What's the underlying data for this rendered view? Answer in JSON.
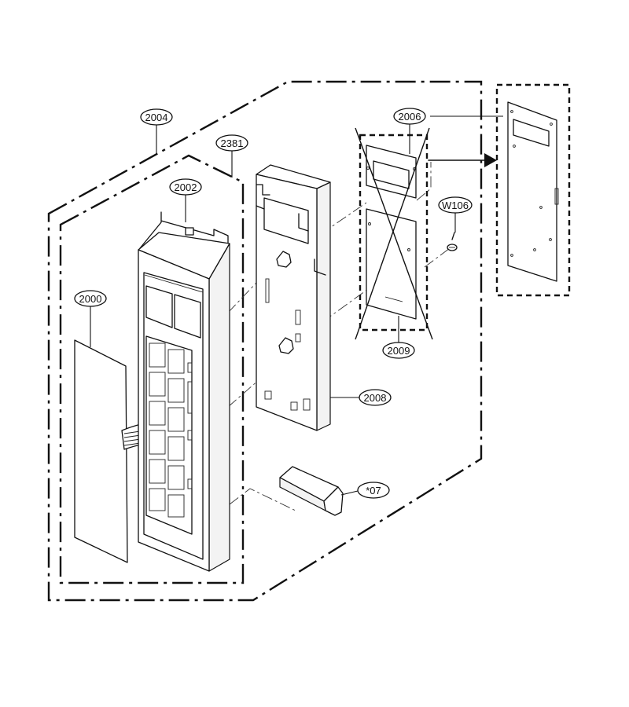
{
  "diagram": {
    "accent_label_color": "#e0006f",
    "labels": [
      {
        "id": "2004",
        "text": "2004"
      },
      {
        "id": "2381",
        "text": "2381"
      },
      {
        "id": "2002",
        "text": "2002"
      },
      {
        "id": "2000",
        "text": "2000"
      },
      {
        "id": "2006",
        "text": "2006"
      },
      {
        "id": "W106",
        "text": "W106"
      },
      {
        "id": "2009",
        "text": "2009"
      },
      {
        "id": "2008",
        "text": "2008"
      },
      {
        "id": "07",
        "text": "*07"
      }
    ]
  }
}
